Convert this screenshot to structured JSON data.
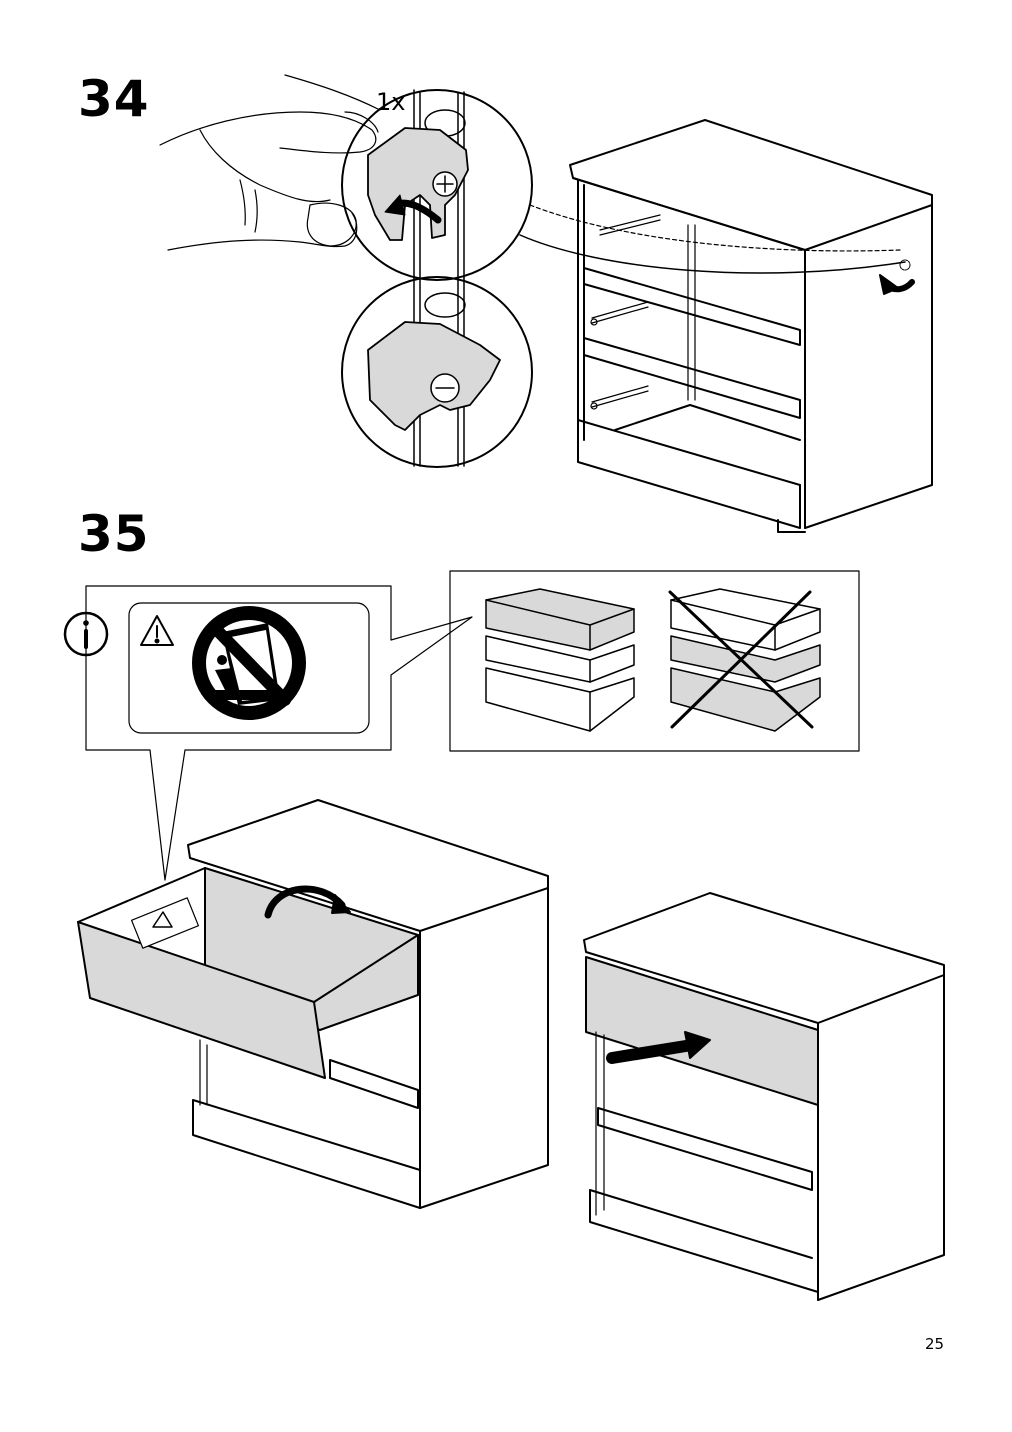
{
  "page": {
    "number": "25"
  },
  "steps": [
    {
      "number": "34",
      "quantity_label": "1x"
    },
    {
      "number": "35"
    }
  ],
  "icons": {
    "info": "info-circle-icon",
    "warning": "warning-triangle-icon",
    "no_climbing": "no-climbing-prohibition-icon",
    "arrow": "rotate-arrow-icon",
    "push": "push-arrow-icon",
    "cross": "x-cross-icon"
  },
  "colors": {
    "line": "#000000",
    "panel_gray": "#d9d9d9",
    "background": "#ffffff"
  }
}
